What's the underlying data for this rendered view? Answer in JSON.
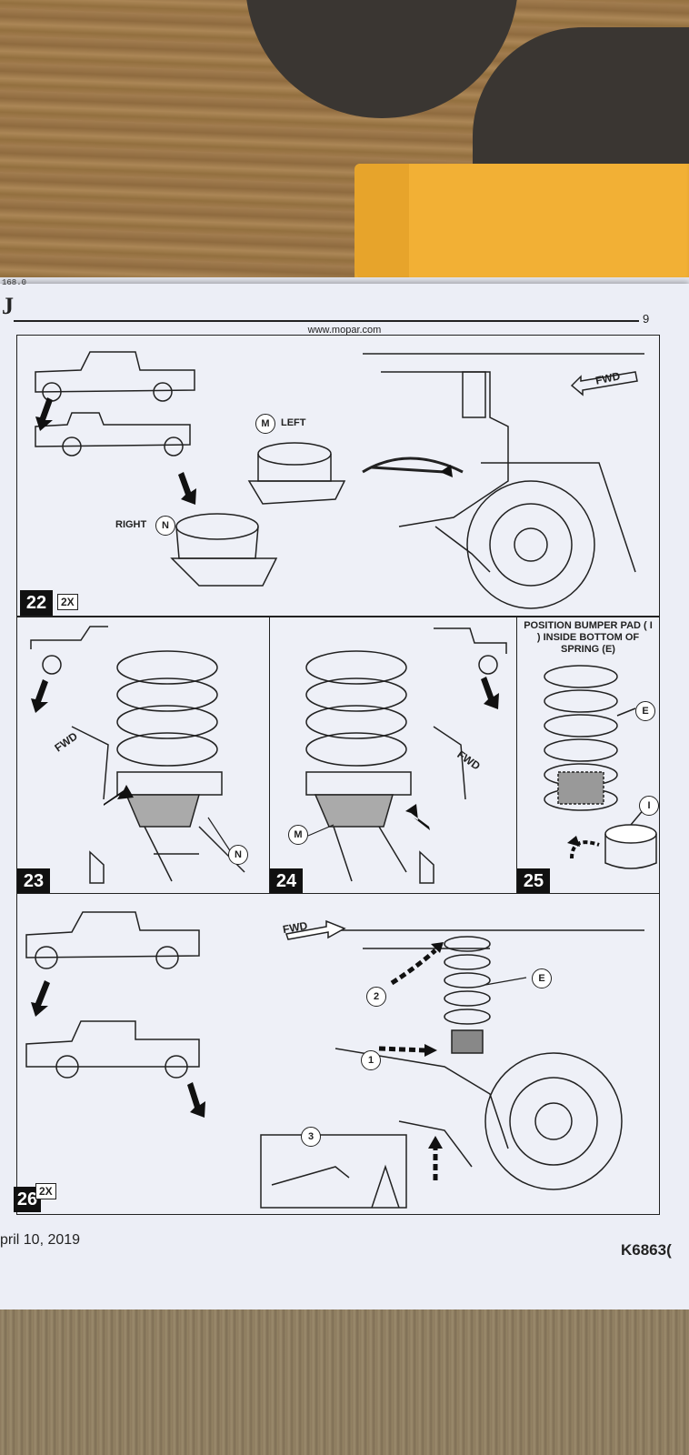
{
  "header": {
    "code": "168.0",
    "letter": "J",
    "page_number": "9",
    "url": "www.mopar.com"
  },
  "steps": {
    "s22": {
      "num": "22",
      "qty": "2X",
      "label_m": "M",
      "label_m_text": "LEFT",
      "label_n": "N",
      "label_n_text": "RIGHT",
      "fwd": "FWD"
    },
    "s23": {
      "num": "23",
      "fwd": "FWD",
      "callout": "N"
    },
    "s24": {
      "num": "24",
      "fwd": "FWD",
      "callout": "M"
    },
    "s25": {
      "num": "25",
      "note": "POSITION BUMPER PAD ( I ) INSIDE BOTTOM OF SPRING (E)",
      "callout_e": "E",
      "callout_i": "I"
    },
    "s26": {
      "num": "26",
      "qty": "2X",
      "fwd": "FWD",
      "callout_e": "E",
      "callout_1": "1",
      "callout_2": "2",
      "callout_3": "3"
    }
  },
  "footer": {
    "date": "pril 10, 2019",
    "part_number": "K6863("
  }
}
